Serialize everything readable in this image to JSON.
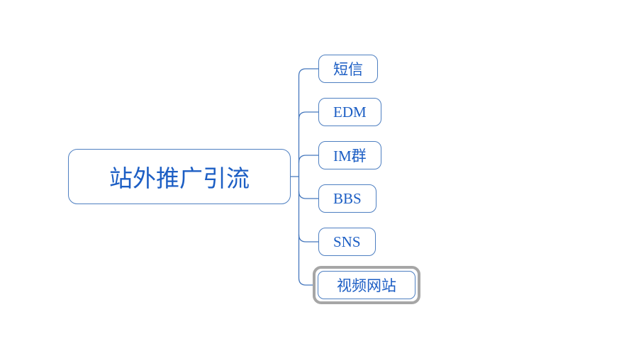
{
  "diagram": {
    "type": "mindmap",
    "root": {
      "label": "站外推广引流"
    },
    "children": [
      {
        "label": "短信",
        "selected": false
      },
      {
        "label": "EDM",
        "selected": false
      },
      {
        "label": "IM群",
        "selected": false
      },
      {
        "label": "BBS",
        "selected": false
      },
      {
        "label": "SNS",
        "selected": false
      },
      {
        "label": "视频网站",
        "selected": true
      }
    ],
    "colors": {
      "node_border": "#4e7fc1",
      "node_text": "#1c5ec4",
      "connector": "#4577bd",
      "selection": "#a6a6a6",
      "background": "#ffffff"
    }
  }
}
